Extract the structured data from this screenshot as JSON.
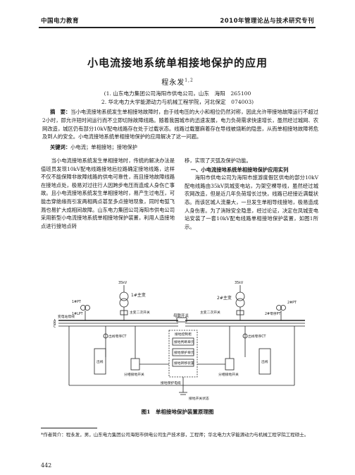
{
  "header": {
    "left": "中国电力教育",
    "right": "2010年管理论丛与技术研究专刊"
  },
  "title": "小电流接地系统单相接地保护的应用",
  "author": "程永发",
  "author_sup": "1,2",
  "affiliations": [
    "(1. 山东电力集团公司海阳市供电公司，山东　海阳　265100",
    "2. 华北电力大学能源动力与机械工程学院，河北保定　074003)"
  ],
  "abstract": {
    "label": "摘　要：",
    "text": "当小电流接地系统发生单相接地故障时，由于线电压的大小和相位仍然对称，因此允许带接地故障运行不超过2小时，即允许短时间运行而不立即切除故障线路。随着我国城市的迅速发展，电力负荷需求快速增长，虽然经过城网、农网改造，城区仍有部分10kV配电线路存在处于过载状态。线路过载塞麻着存在导线被烧断的隐患，从而单相接地故障将危及到人的安全。小电流接地系统单相接地保护的应用解决了这一问题。"
  },
  "keywords": {
    "label": "关键词：",
    "text": "小电流；单相接地；接地保护"
  },
  "left_col": [
    "当小电流接地系统发生单相接地时，传统的解决办法是值班员发现10kV配电线路接地后拉路确定接地线路，这样不仅不能保障非故障线路的供电可靠性，而且接地故障线路在接地点处，极易对过往行人因跨步电压而造成人身伤亡事故。且小电流接地系统发生单相接地时，易产生过电压，可能击穿绝缘而引发两相两点甚至多点接地现象，同时电弧飞溅也易扩大成相间故障。山东电力集团公司海阳市供电公司采用新型小电流接地系统单相接地保护装置，利用人造接地点进行接地点转"
  ],
  "right_col": {
    "p1": "移，实现了灭弧及保护功能。",
    "section": "一、小电流接地系统单相接地保护应用实列",
    "p2": "海阳市供电公司为海阳市旅游度假区供电的部分10kV配电线路由35kV凤城变电站，为架空裸导线，虽然经过城农网改造，但是近几年负荷增长过快，线路已经接近满载状态。而该区城人流量大，一旦发生单相导线接地，极易造成人身伤害。为了消除安全隐患，经过论证，决定在凤城变电站安装了一套10kV配电线路单相接地保护装置，如图1所示。"
  },
  "figure": {
    "caption": "图1　单相接地保护装置原理图",
    "labels": {
      "bus35_left": "35kV",
      "bus35_right": "35kV",
      "xf1": "1#主变",
      "xf2": "2#主变",
      "pt1": "1#PT",
      "lpt1": "1#LPT",
      "pt2": "2#PT",
      "lpt2": "2#零序PT",
      "bus_section": "母联开关",
      "sec_sw1": "主变二次开关",
      "sec_sw2": "主变二次开关",
      "xf_bus_l": "变电站母线",
      "abc": [
        "A",
        "B",
        "C"
      ],
      "ct_left": "出线零序CT",
      "ct_right": "出线零序CT",
      "feeder_left": "出线",
      "feeder_right": "出线",
      "cabinet": "接地控制柜",
      "module1": "接地判断单元",
      "module2": "接地保护单元",
      "module3": "接地转移装置",
      "sw_left": "分相接地开关",
      "sw_right": "分相接地开关",
      "ground_cable": "接地保护电缆",
      "ground_res": "接地开关状态"
    }
  },
  "footnote": "*作者简介：程永发，男，山东电力集团公司海阳市供电公司生产技术部，工程师；华北电力大学能源动力与机械工程学院工程硕士。",
  "page_number": "442"
}
